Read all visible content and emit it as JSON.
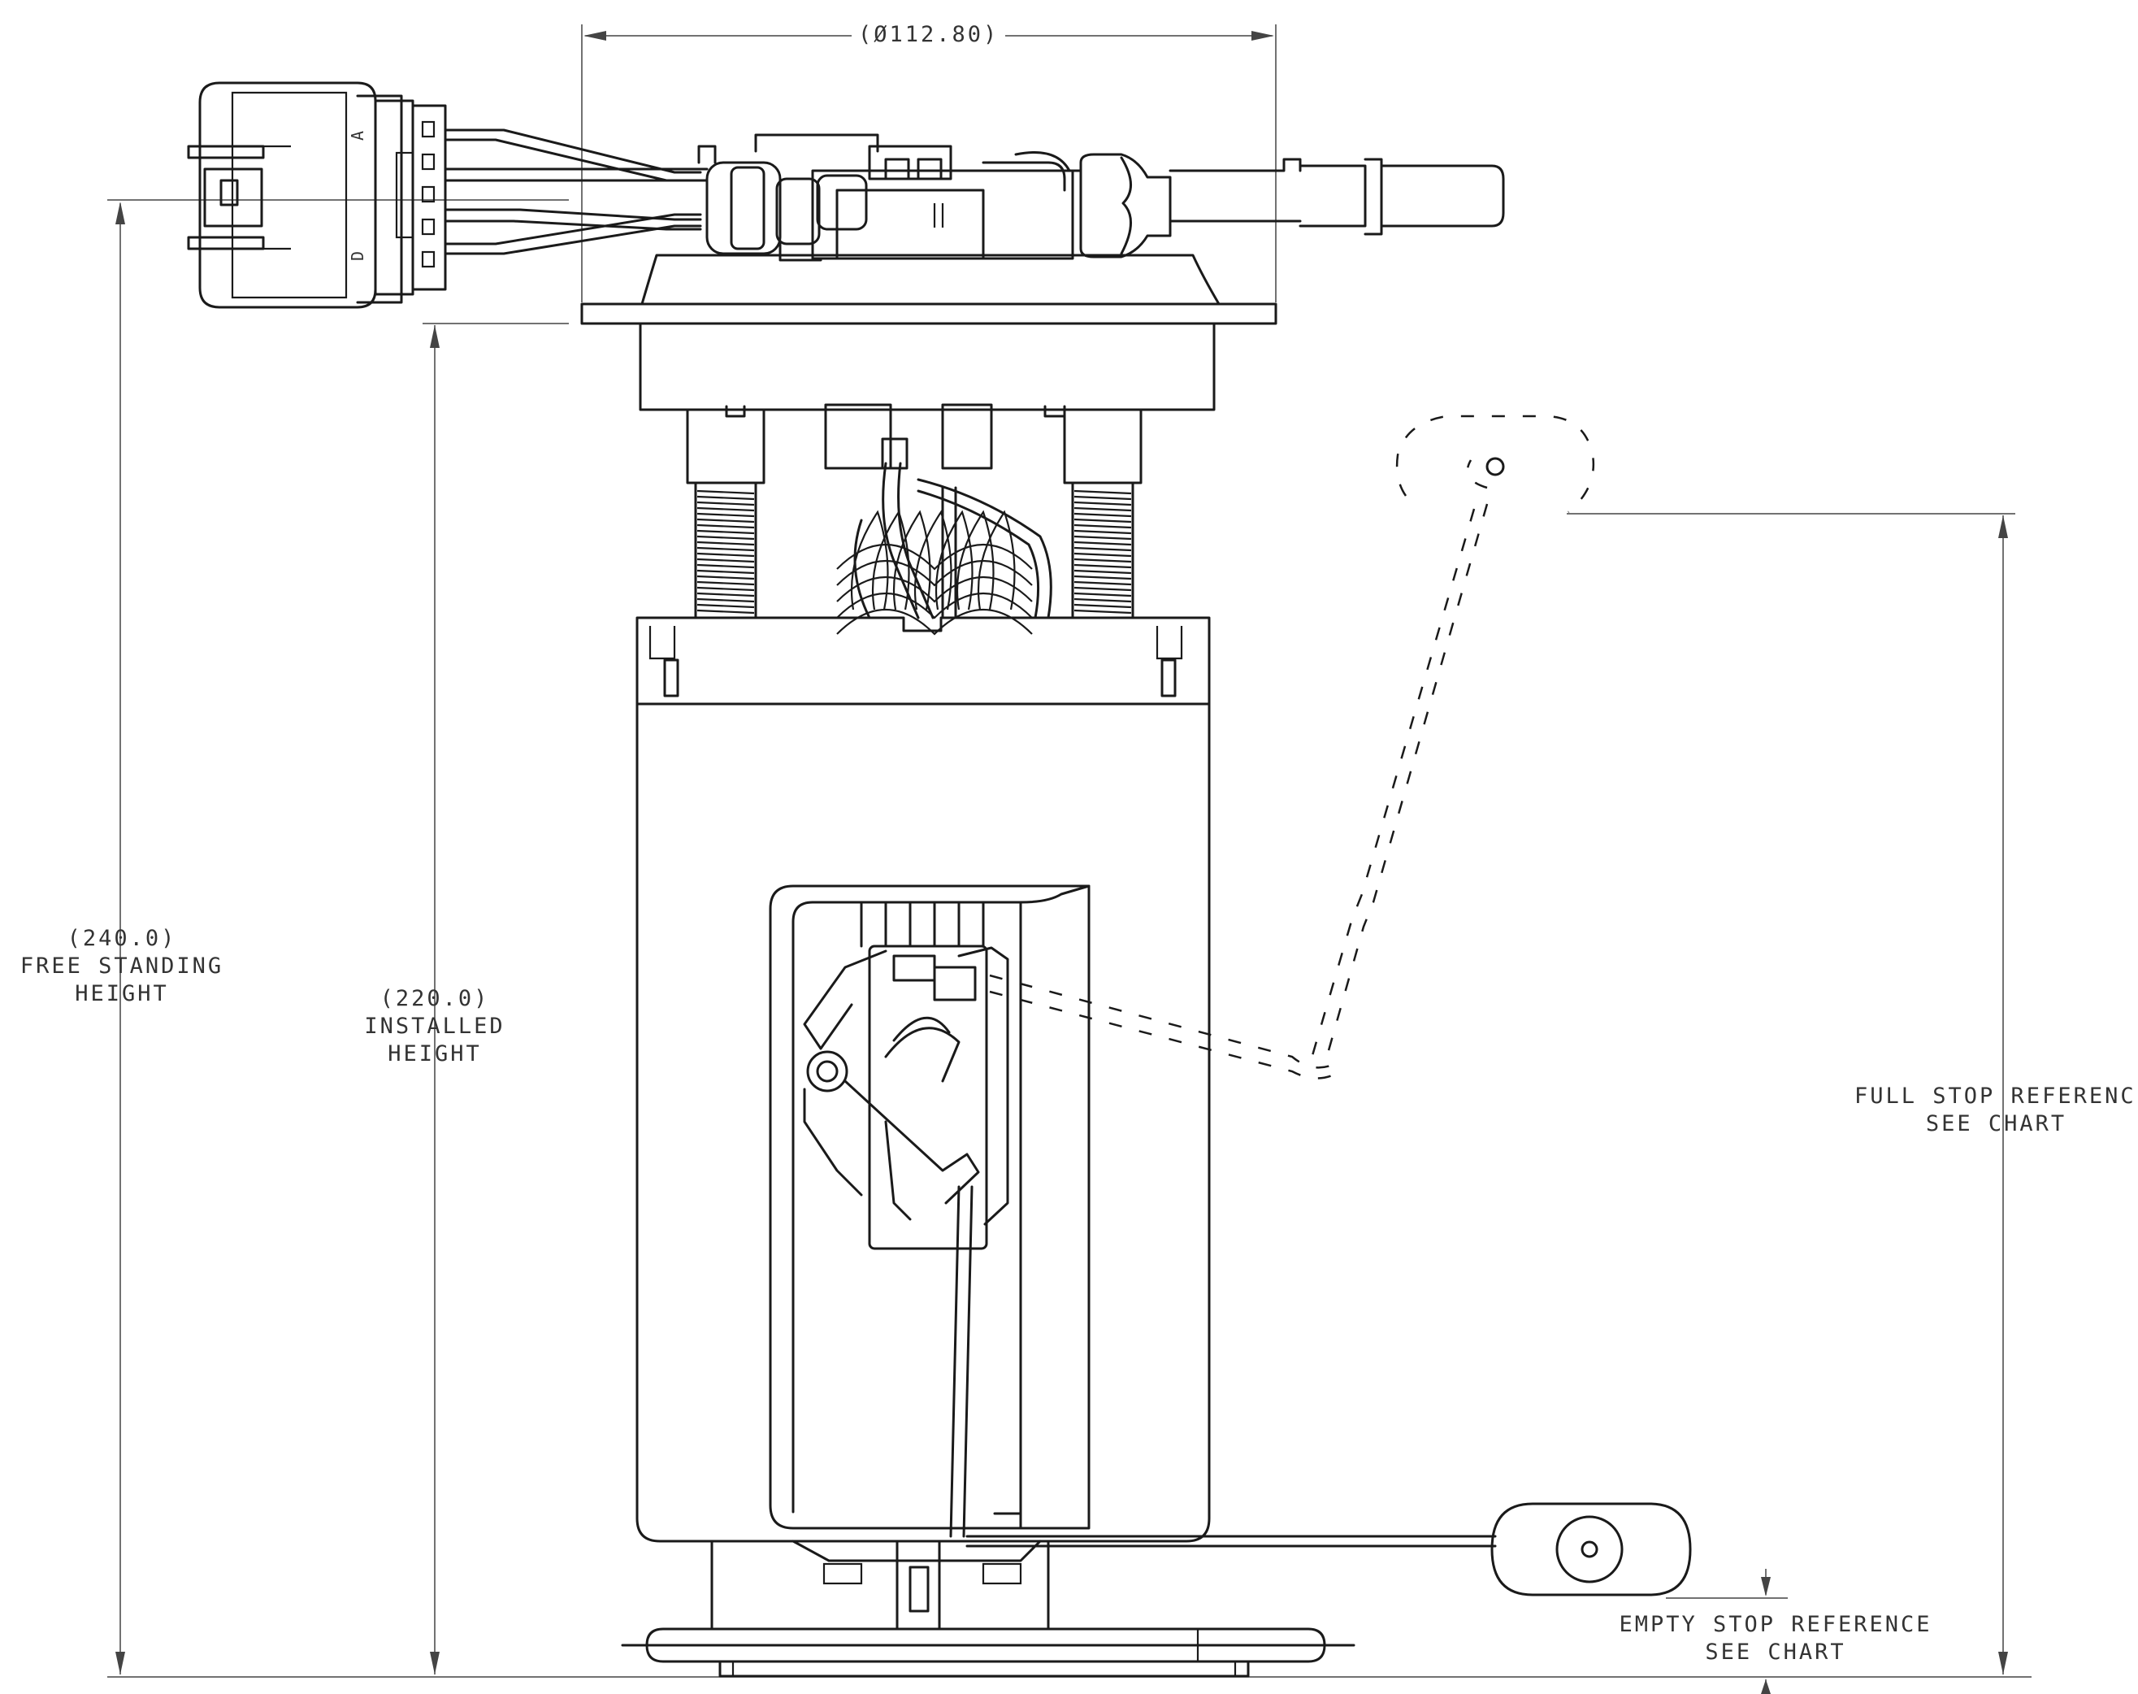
{
  "dimensions": {
    "diameter": "(Ø112.80)",
    "free_standing": {
      "value": "(240.0)",
      "line1": "FREE STANDING",
      "line2": "HEIGHT"
    },
    "installed": {
      "value": "(220.0)",
      "line1": "INSTALLED",
      "line2": "HEIGHT"
    }
  },
  "references": {
    "full_stop": {
      "line1": "FULL STOP REFERENCE",
      "line2": "SEE CHART"
    },
    "empty_stop": {
      "line1": "EMPTY STOP REFERENCE",
      "line2": "SEE CHART"
    }
  },
  "connector_pins": {
    "top": "A",
    "bottom": "D"
  }
}
